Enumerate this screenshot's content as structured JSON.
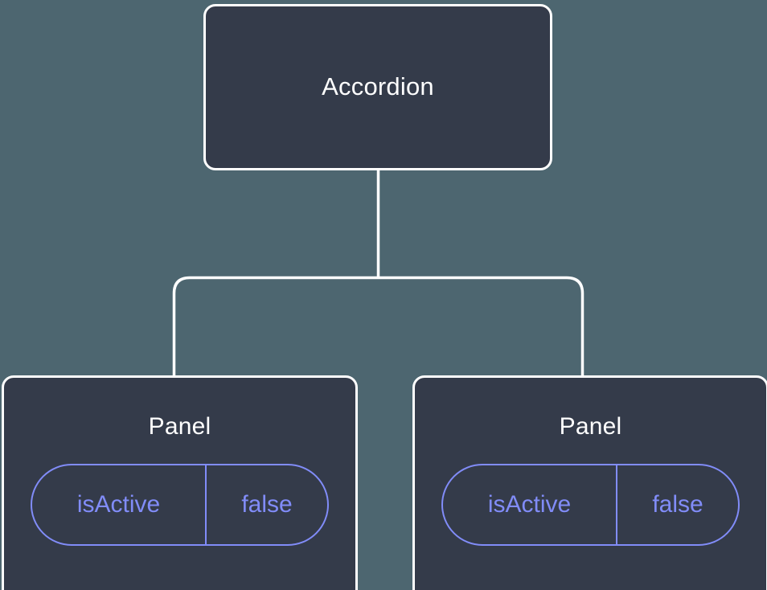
{
  "canvas": {
    "background_color": "#4d6670",
    "node_fill_color": "#343b4a",
    "node_border_color": "#ffffff",
    "edge_color": "#ffffff",
    "accent_color": "#818cf8"
  },
  "tree": {
    "root": {
      "title": "Accordion"
    },
    "children": [
      {
        "title": "Panel",
        "state": {
          "key": "isActive",
          "value": "false"
        }
      },
      {
        "title": "Panel",
        "state": {
          "key": "isActive",
          "value": "false"
        }
      }
    ]
  }
}
